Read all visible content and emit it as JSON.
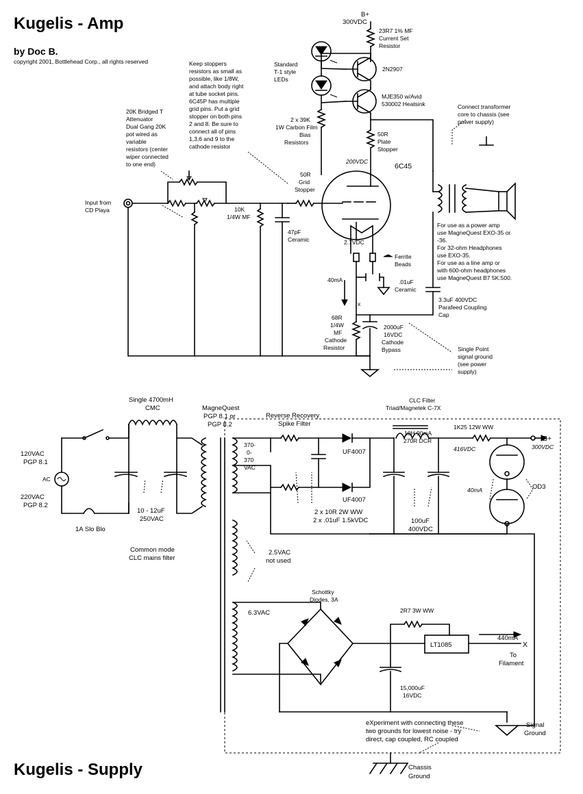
{
  "titles": {
    "amp": "Kugelis - Amp",
    "author": "by Doc B.",
    "copyright": "copyright 2001, Bottlehead Corp., all rights reserved",
    "supply": "Kugelis - Supply"
  },
  "amp": {
    "bplus": [
      "B+",
      "300VDC"
    ],
    "current_set": [
      "23R7 1% MF",
      "Current Set",
      "Resistor"
    ],
    "q1": "2N2907",
    "q2": [
      "MJE350 w/Avid",
      "530002 Heatsink"
    ],
    "leds": [
      "Standard",
      "T-1 style",
      "LEDs"
    ],
    "bias": [
      "2 x 39K",
      "1W Carbon Film",
      "Bias",
      "Resistors"
    ],
    "plate_stopper": [
      "50R",
      "Plate",
      "Stopper"
    ],
    "connect_core": [
      "Connect transformer",
      "core to chassis (see",
      "power supply)"
    ],
    "stopper_note": [
      "Keep stoppers",
      "resistors as small as",
      "possible, like 1/8W,",
      "and attach body right",
      "at tube socket pins.",
      "6C45P has multiple",
      "grid pins.  Put a grid",
      "stopper on both pins",
      "2 and 8.  Be sure to",
      "connect all of pins",
      "1,3,6 and 9 to the",
      "cathode resistor"
    ],
    "attenuator": [
      "20K Bridged T",
      "Attenuator",
      "Dual Gang 20K",
      "pot wired as",
      "variable",
      "resistors (center",
      "wiper connected",
      "to one end)"
    ],
    "input": [
      "Input from",
      "CD Playa"
    ],
    "r10k": [
      "10K",
      "1/4W MF"
    ],
    "cap47": [
      "47pF",
      "Ceramic"
    ],
    "grid_stopper": [
      "50R",
      "Grid",
      "Stopper"
    ],
    "plate_v": "200VDC",
    "tube": "6C45",
    "cathode_v": "2.7VDC",
    "ferrite": [
      "Ferrite",
      "Beads"
    ],
    "current": "40mA",
    "cap01": [
      ".01uF",
      "Ceramic"
    ],
    "x": "x",
    "cathode_res": [
      "68R",
      "1/4W",
      "MF",
      "Cathode",
      "Resistor"
    ],
    "bypass": [
      "2000uF",
      "16VDC",
      "Cathode",
      "Bypass"
    ],
    "power_notes": [
      "For use as a power amp",
      "use MagneQuest EXO-35 or",
      "-36.",
      "For 32-ohm Headphones",
      "use EXO-35.",
      "For use as a line amp or",
      "with 600-ohm headphones",
      "use MagneQuest B7 5K:500."
    ],
    "coupling": [
      "3.3uF 400VDC",
      "Parafeed Coupling",
      "Cap"
    ],
    "single_point": [
      "Single Point",
      "signal ground",
      "(see power",
      "supply)"
    ]
  },
  "supply": {
    "cmc": [
      "Single 4700mH",
      "CMC"
    ],
    "magnequest": [
      "MagneQuest",
      "PGP 8.1 or",
      "PGP 8.2"
    ],
    "rr_filter": [
      "Reverse Recovery",
      "Spike Filter"
    ],
    "clc": [
      "CLC Filter",
      "Triad/Magnetek C-7X"
    ],
    "choke": [
      "10H 90mA",
      "270R DCR"
    ],
    "r1k25": "1K25 12W WW",
    "bplus": "B+",
    "bplus_v": "300VDC",
    "v416": "416VDC",
    "mains_120": [
      "120VAC",
      "PGP 8.1"
    ],
    "ac": "AC",
    "mains_220": [
      "220VAC",
      "PGP 8.2"
    ],
    "fuse": "1A Slo Blo",
    "caps_10_12": [
      "10 - 12uF",
      "250VAC"
    ],
    "common_mode": [
      "Common mode",
      "CLC mains filter"
    ],
    "sec_hv": [
      "370-",
      "0-",
      "370",
      "VAC"
    ],
    "uf1": "UF4007",
    "uf2": "UF4007",
    "snubber": [
      "2 x 10R 2W WW",
      "2 x .01uF 1.5kVDC"
    ],
    "caps_100": [
      "100uF",
      "400VDC"
    ],
    "i40": "40mA",
    "od3": "OD3",
    "v25": [
      "2.5VAC",
      "not used"
    ],
    "v63": "6.3VAC",
    "schottky": [
      "Schottky",
      "Diodes, 3A"
    ],
    "r2r7": "2R7 3W WW",
    "lt": "LT1085",
    "i440": "440mA",
    "x": "X",
    "filament": [
      "To",
      "Filament"
    ],
    "c15000": [
      "15,000uF",
      "16VDC"
    ],
    "experiment": [
      "eXperiment with connecting these",
      "two grounds for lowest noise - try",
      "direct, cap coupled, RC coupled"
    ],
    "signal_gnd": [
      "Signal",
      "Ground"
    ],
    "chassis_gnd": [
      "Chassis",
      "Ground"
    ]
  }
}
